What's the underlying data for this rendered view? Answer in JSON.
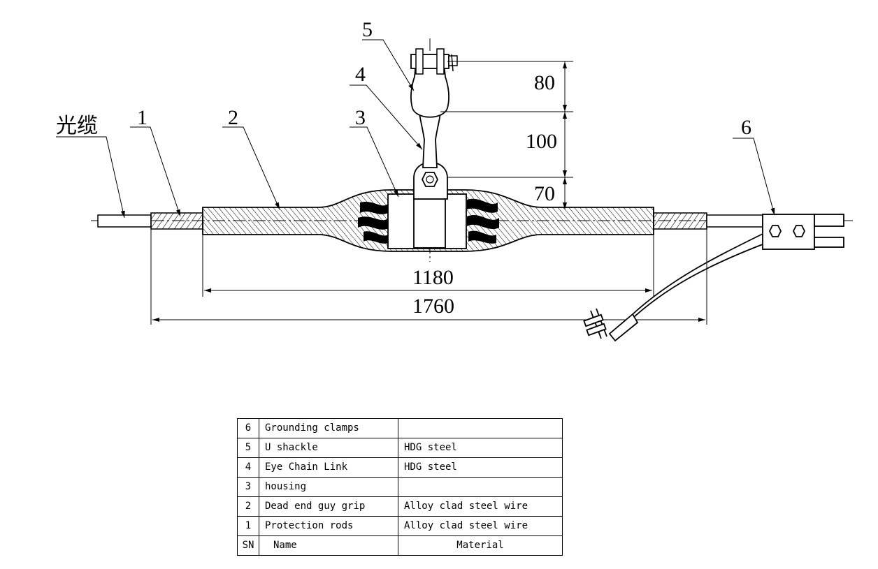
{
  "callouts": {
    "cable": "光缆",
    "c1": "1",
    "c2": "2",
    "c3": "3",
    "c4": "4",
    "c5": "5",
    "c6": "6"
  },
  "dimensions": {
    "d80": "80",
    "d100": "100",
    "d70": "70",
    "d1180": "1180",
    "d1760": "1760"
  },
  "bom": {
    "header": {
      "sn": "SN",
      "name": "Name",
      "material": "Material"
    },
    "rows": [
      {
        "sn": "6",
        "name": "Grounding clamps",
        "material": ""
      },
      {
        "sn": "5",
        "name": "U shackle",
        "material": "HDG steel"
      },
      {
        "sn": "4",
        "name": "Eye Chain Link",
        "material": "HDG steel"
      },
      {
        "sn": "3",
        "name": "housing",
        "material": ""
      },
      {
        "sn": "2",
        "name": "Dead end guy grip",
        "material": "Alloy clad steel wire"
      },
      {
        "sn": "1",
        "name": "Protection rods",
        "material": "Alloy clad steel wire"
      }
    ]
  }
}
